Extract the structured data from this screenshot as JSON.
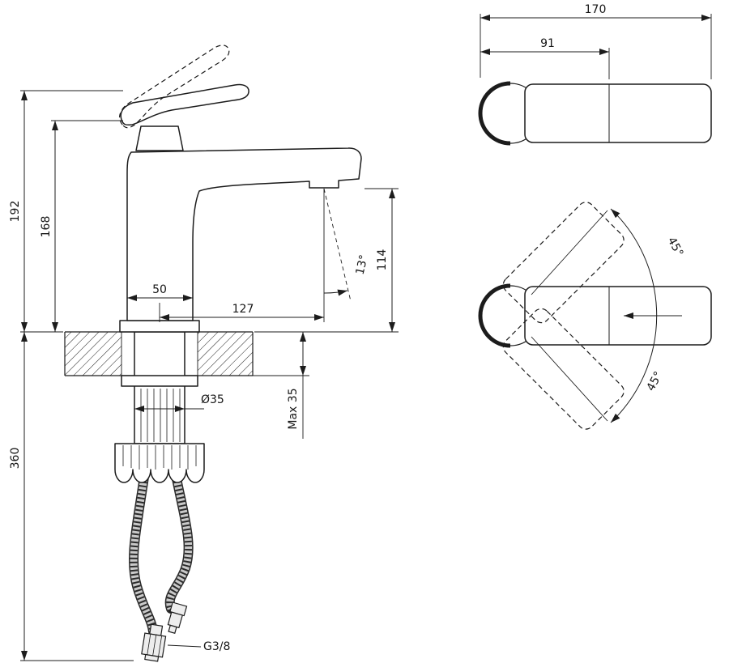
{
  "drawing": {
    "front": {
      "overall_height": "192",
      "body_height": "168",
      "base_width": "50",
      "spout_reach": "127",
      "stream_angle": "13°",
      "spout_height": "114",
      "deck_max": "Max 35",
      "hole_diameter": "Ø35",
      "hose_length": "360",
      "thread": "G3/8"
    },
    "top": {
      "overall_length": "170",
      "handle_length": "91"
    },
    "swivel": {
      "upper_angle": "45°",
      "lower_angle": "45°"
    }
  },
  "colors": {
    "line": "#1c1c1c",
    "background": "#ffffff"
  }
}
